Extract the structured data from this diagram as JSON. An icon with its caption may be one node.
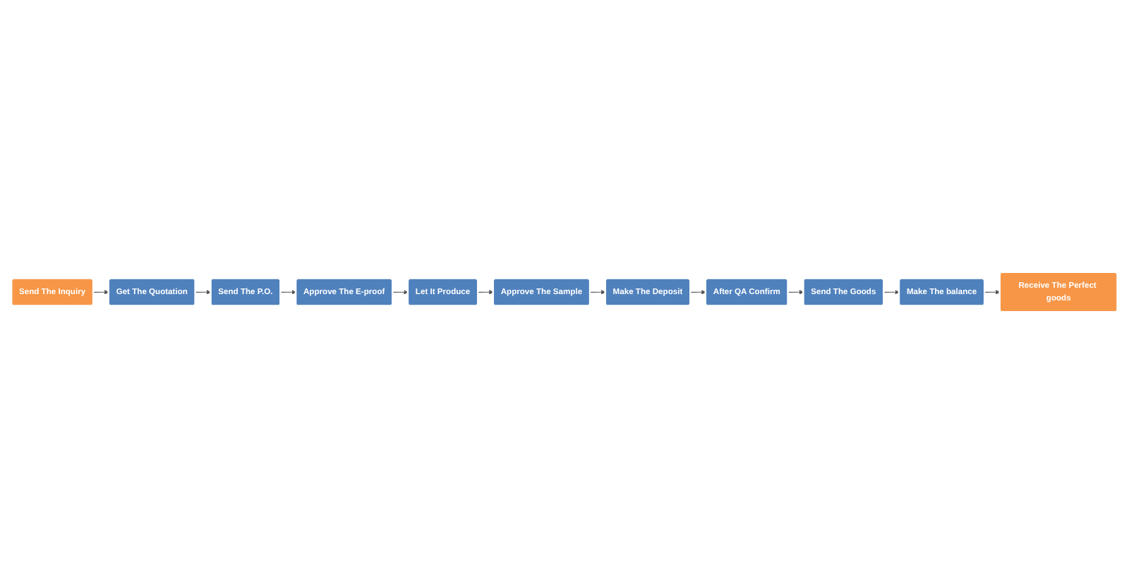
{
  "diagram": {
    "nodes": [
      {
        "text": [
          "Send The Inquiry"
        ]
      },
      {
        "text": [
          "Get The Quotation"
        ]
      },
      {
        "text": [
          "Send The P.O."
        ]
      },
      {
        "text": [
          "Approve The E-proof"
        ]
      },
      {
        "text": [
          "Make The Deposit"
        ]
      },
      {
        "text": [
          "Approve The Sample"
        ]
      },
      {
        "text": [
          "Let It Produce"
        ]
      },
      {
        "text": [
          "After QA Confirm"
        ]
      },
      {
        "text": [
          "Send The Goods"
        ]
      },
      {
        "text": [
          "Make The balance"
        ]
      },
      {
        "text": [
          "Receive The Perfect goods"
        ]
      }
    ],
    "edges": [
      {
        "from": 0,
        "to": 1,
        "arrow": "to"
      },
      {
        "from": 1,
        "to": 2,
        "arrow": "to"
      },
      {
        "from": 2,
        "to": 3,
        "arrow": "to"
      },
      {
        "from": 3,
        "to": 6,
        "arrow": "to"
      },
      {
        "from": 6,
        "to": 5,
        "arrow": "to"
      },
      {
        "from": 5,
        "to": 4,
        "arrow": "to"
      },
      {
        "from": 4,
        "to": 7,
        "arrow": "to"
      },
      {
        "from": 7,
        "to": 8,
        "arrow": "to"
      },
      {
        "from": 8,
        "to": 9,
        "arrow": "to"
      },
      {
        "from": 9,
        "to": 10,
        "arrow": "to"
      }
    ]
  }
}
